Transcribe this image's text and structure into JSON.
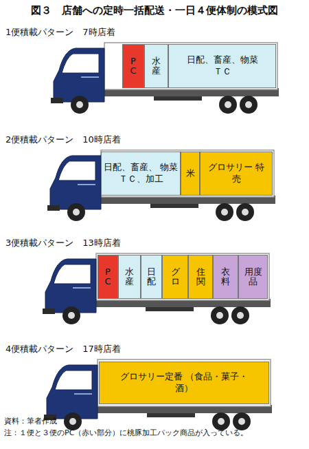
{
  "diagram": {
    "title": "図３　店舗への定時一括配送・一日４便体制の模式図",
    "nodes": [
      {
        "text": [
          "PC"
        ]
      },
      {
        "text": [
          "水産"
        ]
      },
      {
        "text": [
          "日配、畜産、物菜 ＴＣ"
        ]
      },
      {
        "text": [
          "日配、畜産、 物菜ＴＣ、加工"
        ]
      },
      {
        "text": [
          "米"
        ]
      },
      {
        "text": [
          "グロサリー 特売"
        ]
      },
      {
        "text": [
          "PC"
        ]
      },
      {
        "text": [
          "水産"
        ]
      },
      {
        "text": [
          "日配"
        ]
      },
      {
        "text": [
          "グロ"
        ]
      },
      {
        "text": [
          "住関"
        ]
      },
      {
        "text": [
          "衣料"
        ]
      },
      {
        "text": [
          "用度品"
        ]
      },
      {
        "text": [
          "グロサリー定番 （食品・菓子・酒）"
        ]
      }
    ],
    "labels": [
      "1便積載パターン　7時店着",
      "2便積載パターン　10時店着",
      "3便積載パターン　13時店着",
      "4便積載パターン　17時店着",
      "資料：筆者作成",
      "注：１便と３便のPC（赤い部分）に桃豚加工パック商品が入っている。"
    ]
  }
}
